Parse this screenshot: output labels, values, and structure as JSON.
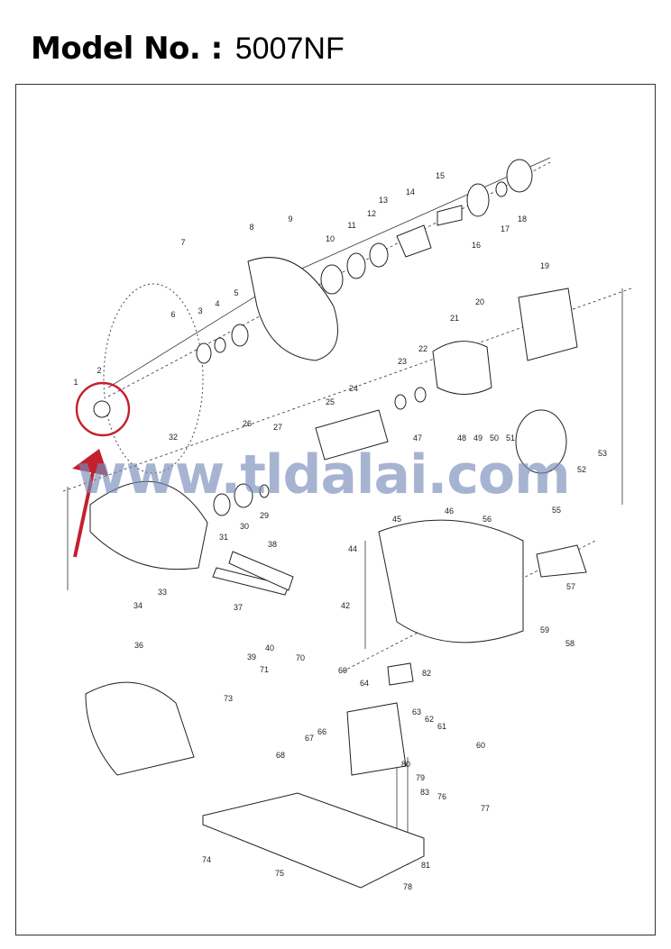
{
  "header": {
    "label": "Model No. :",
    "model": "5007NF"
  },
  "watermark": "www.tldalai.com",
  "colors": {
    "highlight": "#c3202f",
    "watermark": "#8c9dc4"
  },
  "highlighted_part": "2",
  "parts": [
    {
      "n": "1"
    },
    {
      "n": "2"
    },
    {
      "n": "3"
    },
    {
      "n": "4"
    },
    {
      "n": "5"
    },
    {
      "n": "6"
    },
    {
      "n": "7"
    },
    {
      "n": "8"
    },
    {
      "n": "9"
    },
    {
      "n": "10"
    },
    {
      "n": "11"
    },
    {
      "n": "12"
    },
    {
      "n": "13"
    },
    {
      "n": "14"
    },
    {
      "n": "15"
    },
    {
      "n": "16"
    },
    {
      "n": "17"
    },
    {
      "n": "18"
    },
    {
      "n": "19"
    },
    {
      "n": "20"
    },
    {
      "n": "21"
    },
    {
      "n": "22"
    },
    {
      "n": "23"
    },
    {
      "n": "24"
    },
    {
      "n": "25"
    },
    {
      "n": "26"
    },
    {
      "n": "27"
    },
    {
      "n": "29"
    },
    {
      "n": "30"
    },
    {
      "n": "31"
    },
    {
      "n": "32"
    },
    {
      "n": "33"
    },
    {
      "n": "34"
    },
    {
      "n": "36"
    },
    {
      "n": "37"
    },
    {
      "n": "38"
    },
    {
      "n": "39"
    },
    {
      "n": "40"
    },
    {
      "n": "42"
    },
    {
      "n": "44"
    },
    {
      "n": "45"
    },
    {
      "n": "46"
    },
    {
      "n": "47"
    },
    {
      "n": "48"
    },
    {
      "n": "49"
    },
    {
      "n": "50"
    },
    {
      "n": "51"
    },
    {
      "n": "52"
    },
    {
      "n": "53"
    },
    {
      "n": "55"
    },
    {
      "n": "56"
    },
    {
      "n": "57"
    },
    {
      "n": "58"
    },
    {
      "n": "59"
    },
    {
      "n": "60"
    },
    {
      "n": "61"
    },
    {
      "n": "62"
    },
    {
      "n": "63"
    },
    {
      "n": "64"
    },
    {
      "n": "66"
    },
    {
      "n": "67"
    },
    {
      "n": "68"
    },
    {
      "n": "69"
    },
    {
      "n": "70"
    },
    {
      "n": "71"
    },
    {
      "n": "73"
    },
    {
      "n": "74"
    },
    {
      "n": "75"
    },
    {
      "n": "76"
    },
    {
      "n": "77"
    },
    {
      "n": "78"
    },
    {
      "n": "79"
    },
    {
      "n": "80"
    },
    {
      "n": "81"
    },
    {
      "n": "82"
    },
    {
      "n": "83"
    }
  ]
}
